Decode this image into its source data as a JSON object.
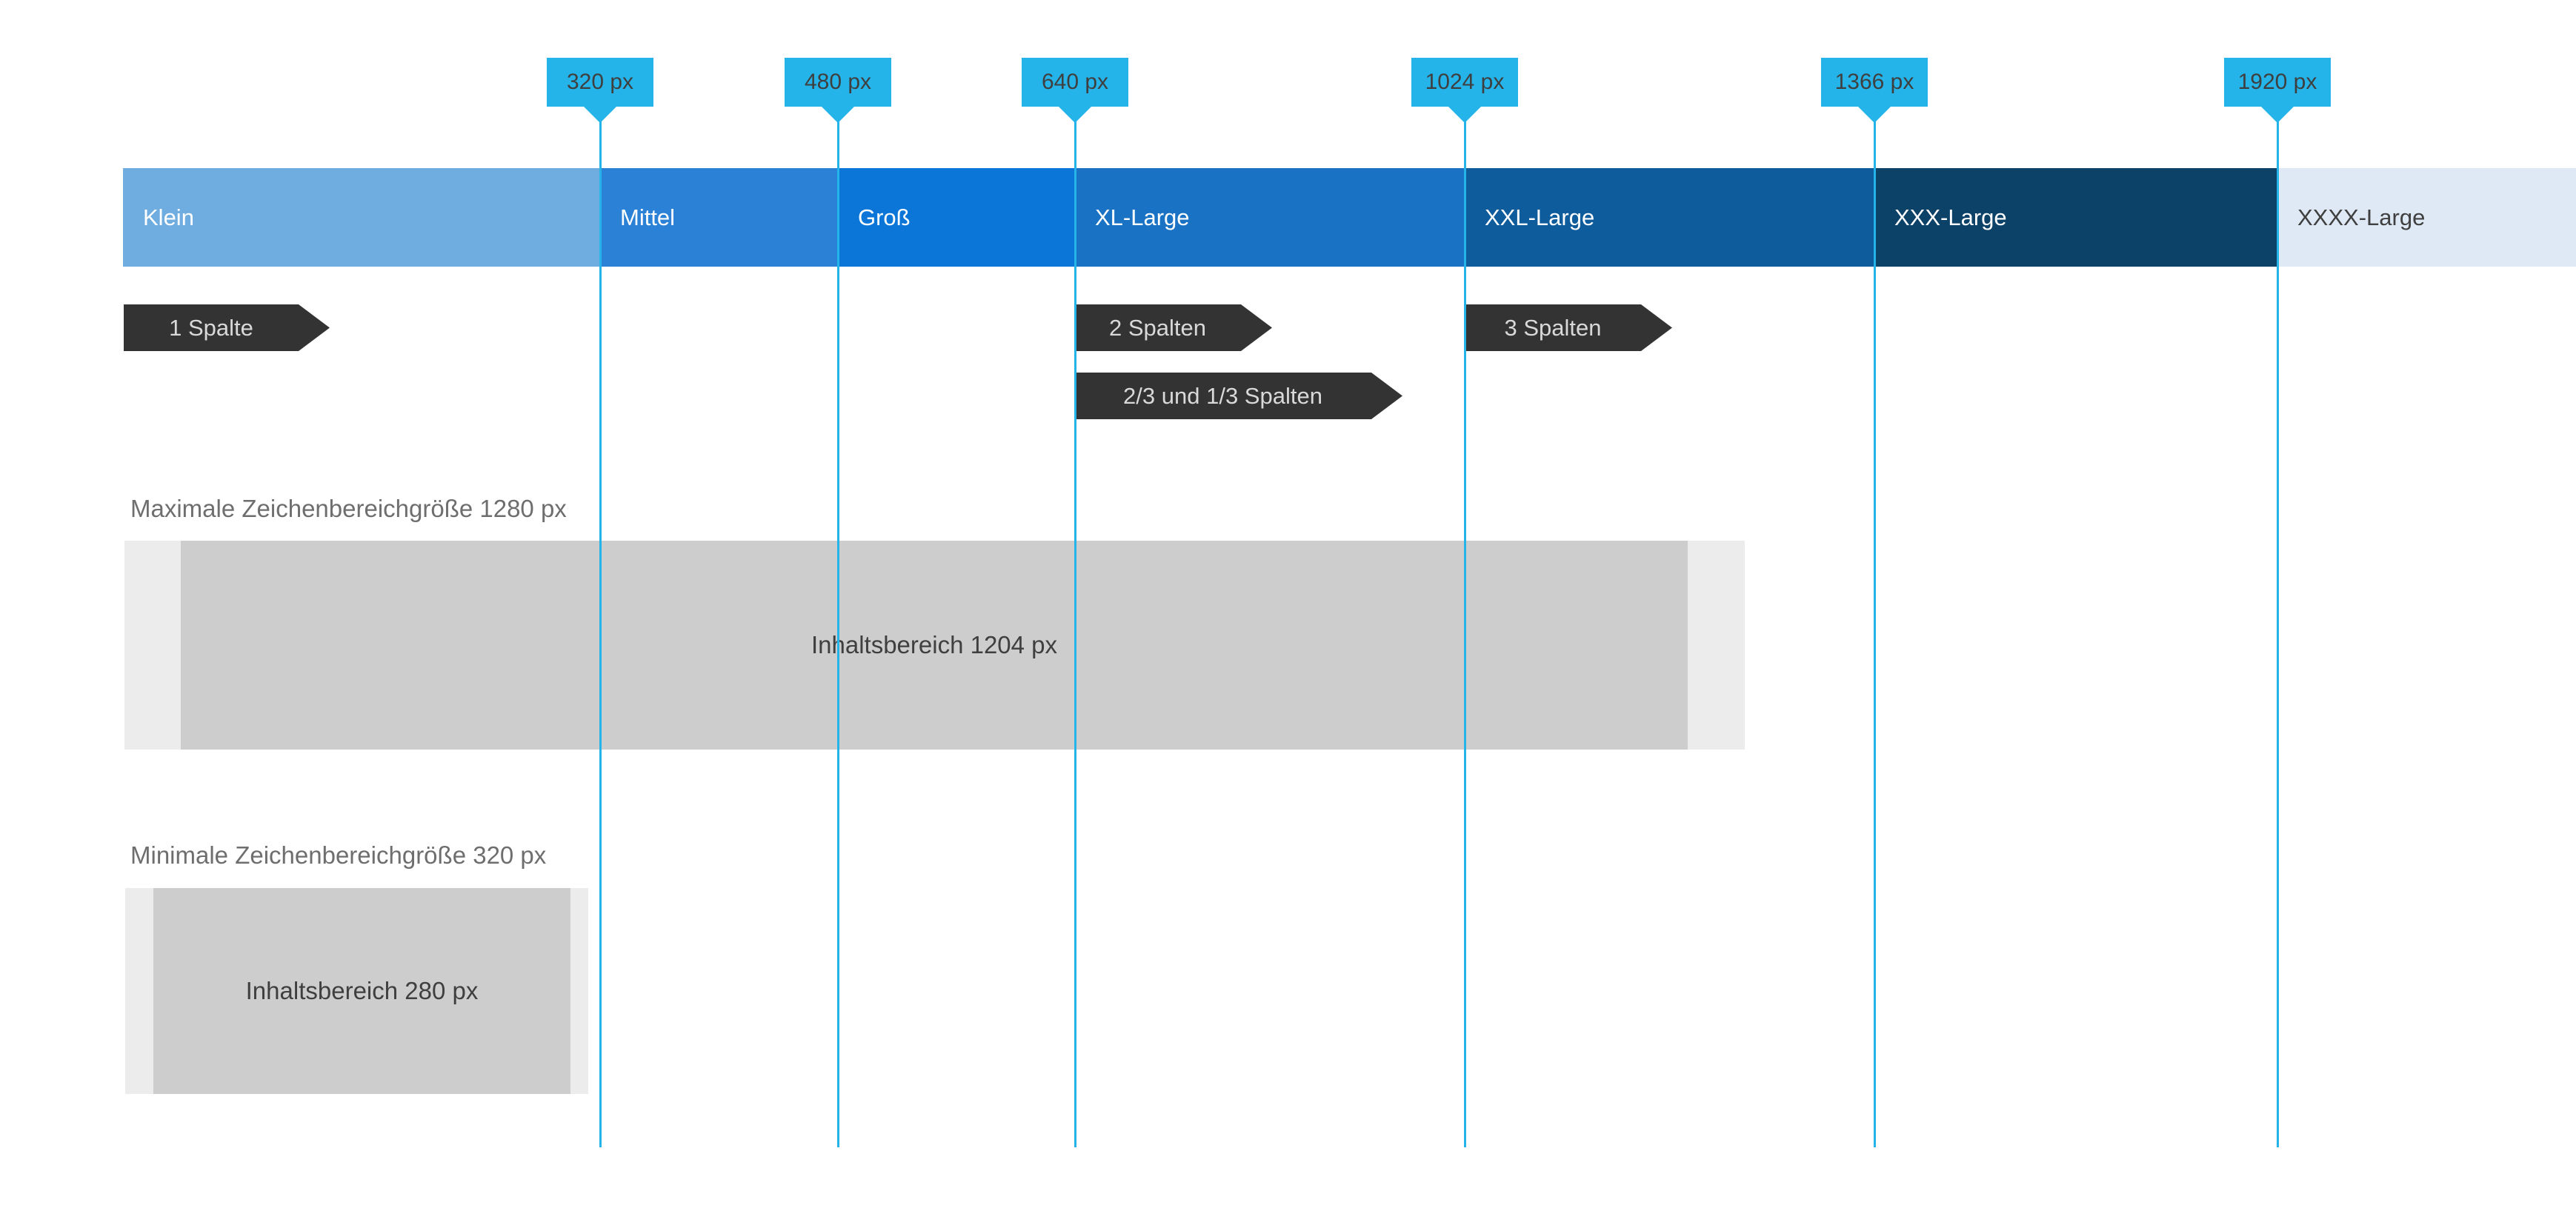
{
  "colors": {
    "cyan": "#24b4e9",
    "flag_text": "#3f3f3f",
    "tag_bg": "#333333",
    "tag_text": "#d9d9d9",
    "canvas_outer_gray": "#ececec",
    "canvas_inner_gray": "#cdcdcd",
    "caption_text": "#6e6e6e",
    "content_text": "#3f3f3f"
  },
  "rulers": [
    {
      "label": "320 px"
    },
    {
      "label": "480 px"
    },
    {
      "label": "640 px"
    },
    {
      "label": "1024 px"
    },
    {
      "label": "1366 px"
    },
    {
      "label": "1920 px"
    }
  ],
  "breakpoints": [
    {
      "label": "Klein",
      "color": "#6face0",
      "text_color": "#ffffff"
    },
    {
      "label": "Mittel",
      "color": "#2b81d6",
      "text_color": "#ffffff"
    },
    {
      "label": "Groß",
      "color": "#0c76d8",
      "text_color": "#ffffff"
    },
    {
      "label": "XL-Large",
      "color": "#1a72c4",
      "text_color": "#ffffff"
    },
    {
      "label": "XXL-Large",
      "color": "#0f5c9d",
      "text_color": "#ffffff"
    },
    {
      "label": "XXX-Large",
      "color": "#0c4168",
      "text_color": "#ffffff"
    },
    {
      "label": "XXXX-Large",
      "color": "#dee9f5",
      "text_color": "#3f3f3f"
    }
  ],
  "column_tags": [
    {
      "label": "1 Spalte"
    },
    {
      "label": "2 Spalten"
    },
    {
      "label": "2/3 und 1/3 Spalten"
    },
    {
      "label": "3 Spalten"
    }
  ],
  "max_canvas": {
    "caption": "Maximale Zeichenbereichgröße 1280 px",
    "content": "Inhaltsbereich 1204 px"
  },
  "min_canvas": {
    "caption": "Minimale Zeichenbereichgröße 320 px",
    "content": "Inhaltsbereich 280 px"
  }
}
